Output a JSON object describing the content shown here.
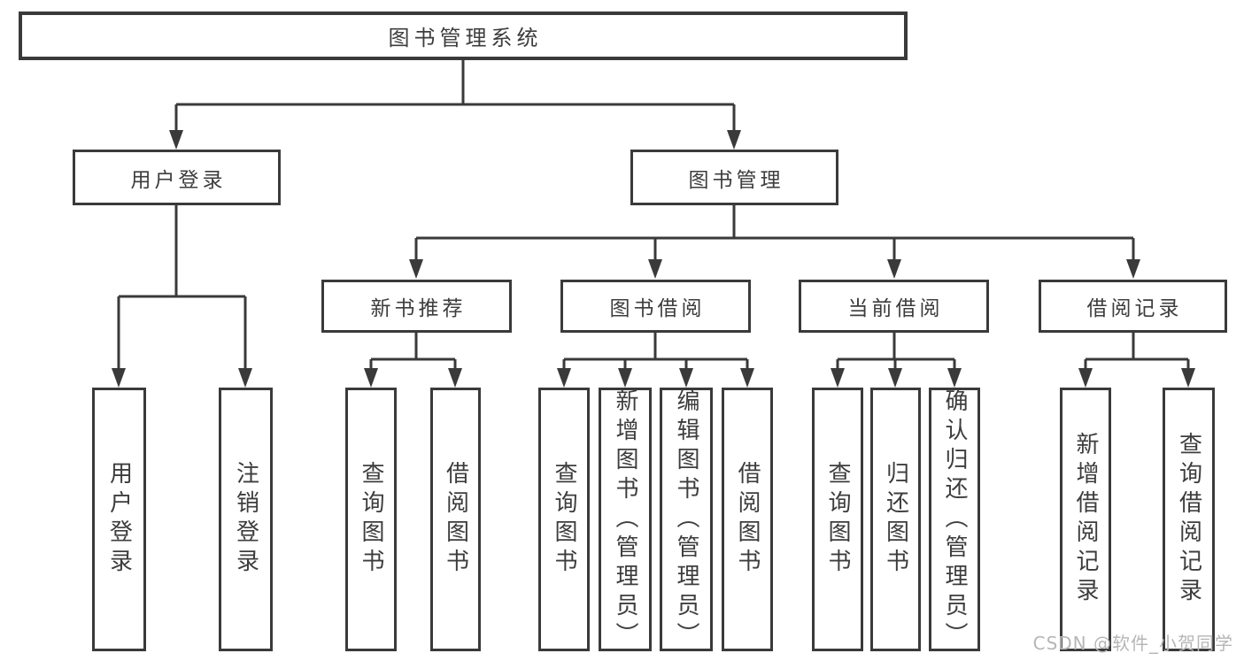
{
  "tree": {
    "root": {
      "label": "图书管理系统"
    },
    "branches": [
      {
        "label": "用户登录",
        "children": [
          {
            "label": "用户登录"
          },
          {
            "label": "注销登录"
          }
        ]
      },
      {
        "label": "图书管理",
        "children": [
          {
            "label": "新书推荐",
            "children": [
              {
                "label": "查询图书"
              },
              {
                "label": "借阅图书"
              }
            ]
          },
          {
            "label": "图书借阅",
            "children": [
              {
                "label": "查询图书"
              },
              {
                "label": "新增图书（管理员）"
              },
              {
                "label": "编辑图书（管理员）"
              },
              {
                "label": "借阅图书"
              }
            ]
          },
          {
            "label": "当前借阅",
            "children": [
              {
                "label": "查询图书"
              },
              {
                "label": "归还图书"
              },
              {
                "label": "确认归还（管理员）"
              }
            ]
          },
          {
            "label": "借阅记录",
            "children": [
              {
                "label": "新增借阅记录"
              },
              {
                "label": "查询借阅记录"
              }
            ]
          }
        ]
      }
    ]
  },
  "watermark": {
    "text": "CSDN @软件_小贺同学"
  },
  "colors": {
    "line": "#3a3a3a",
    "text": "#3d3d3d",
    "watermark": "#b6b6b6",
    "background": "#ffffff"
  }
}
